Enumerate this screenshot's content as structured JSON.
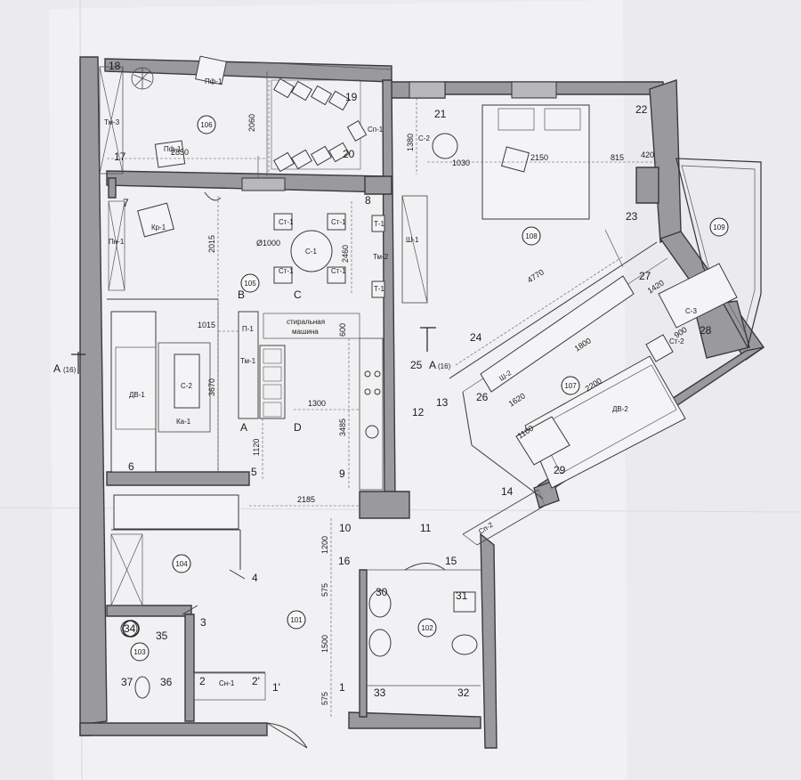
{
  "rooms": {
    "r101": "101",
    "r102": "102",
    "r103": "103",
    "r104": "104",
    "r105": "105",
    "r106": "106",
    "r107": "107",
    "r108": "108",
    "r109": "109"
  },
  "points": {
    "p1": "1",
    "p1b": "1'",
    "p2": "2",
    "p2b": "2'",
    "p3": "3",
    "p4": "4",
    "p5": "5",
    "p6": "6",
    "p7": "7",
    "p8": "8",
    "p9": "9",
    "p10": "10",
    "p11": "11",
    "p12": "12",
    "p13": "13",
    "p14": "14",
    "p15": "15",
    "p16": "16",
    "p17": "17",
    "p18": "18",
    "p19": "19",
    "p20": "20",
    "p21": "21",
    "p22": "22",
    "p23": "23",
    "p24": "24",
    "p25": "25",
    "p26": "26",
    "p27": "27",
    "p28": "28",
    "p29": "29",
    "p30": "30",
    "p31": "31",
    "p32": "32",
    "p33": "33",
    "p34": "34",
    "p35": "35",
    "p36": "36",
    "p37": "37",
    "pA": "A",
    "pB": "B",
    "pC": "C",
    "pD": "D"
  },
  "dimensions": {
    "d2850": "2850",
    "d2060": "2060",
    "d2015": "2015",
    "d1000": "Ø1000",
    "d2460": "2460",
    "d1015": "1015",
    "d600": "600",
    "d3670": "3670",
    "d1300": "1300",
    "d3485": "3485",
    "d1120": "1120",
    "d2185": "2185",
    "d1380": "1380",
    "d1030": "1030",
    "d2150": "2150",
    "d815": "815",
    "d420": "420",
    "d4770": "4770",
    "d1420": "1420",
    "d900": "900",
    "d1800": "1800",
    "d1620": "1620",
    "d2200": "2200",
    "d1100": "1100",
    "d1200": "1200",
    "d575a": "575",
    "d1500": "1500",
    "d575b": "575"
  },
  "furniture": {
    "pf1a": "Пф-1",
    "pf1b": "Пф-1",
    "tm3": "Тм-3",
    "sp1": "Сп-1",
    "s2a": "С-2",
    "st1a": "Ст-1",
    "st1b": "Ст-1",
    "st1c": "Ст-1",
    "st1d": "Ст-1",
    "s1": "С-1",
    "t1a": "Т-1",
    "tm2": "Тм-2",
    "t1b": "Т-1",
    "sh1": "Ш-1",
    "kr1": "Кр-1",
    "pn1": "Пн-1",
    "p1f": "П-1",
    "washer1": "стиральная",
    "washer2": "машина",
    "tm1": "Тм-1",
    "dv1": "ДВ-1",
    "s2b": "С-2",
    "ka1": "Ка-1",
    "s3": "С-3",
    "st2": "Ст-2",
    "sh2": "Ш-2",
    "dv2": "ДВ-2",
    "sp2": "Сп-2",
    "sn1": "Сн-1"
  },
  "section": {
    "left": "А",
    "left_sub": "(16)",
    "right": "А",
    "right_sub": "(16)"
  }
}
